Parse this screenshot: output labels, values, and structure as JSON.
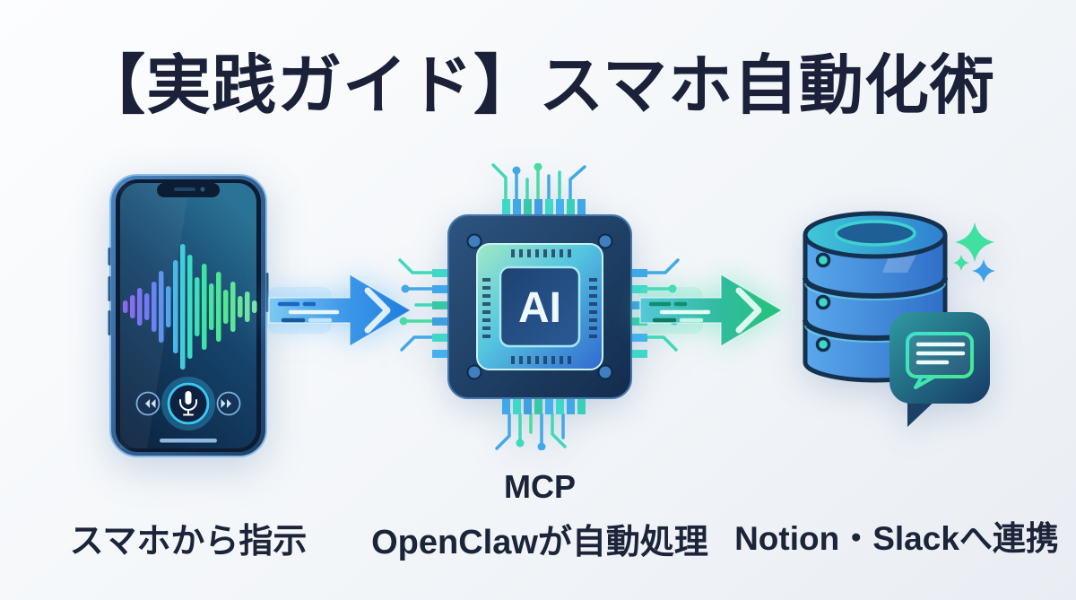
{
  "title": "【実践ガイド】スマホ自動化術",
  "steps": [
    {
      "name": "smartphone-instruction",
      "icon": "smartphone-voice-icon",
      "label": "スマホから指示"
    },
    {
      "name": "ai-processing",
      "icon": "ai-chip-icon",
      "chip_text": "AI",
      "label_line1": "MCP",
      "label_line2": "OpenClawが自動処理"
    },
    {
      "name": "integrations",
      "icon": "database-chat-icon",
      "label": "Notion・Slackへ連携"
    }
  ],
  "arrows": [
    {
      "name": "flow-arrow-1",
      "direction": "right",
      "color": "#2f8de4"
    },
    {
      "name": "flow-arrow-2",
      "direction": "right",
      "color": "#2fd98f"
    }
  ],
  "colors": {
    "background": "#f4f6f9",
    "heading_text": "#1a2138",
    "label_text": "#1b2438",
    "phone_accent": "#38c6f2",
    "chip_accent": "#3fd8c8",
    "database_blue": "#3e7fd6",
    "sparkle_green": "#3fe0a0",
    "sparkle_blue": "#3f9fe8"
  }
}
